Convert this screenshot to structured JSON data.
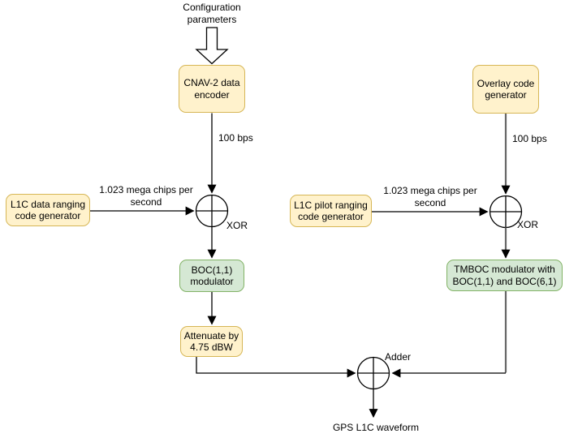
{
  "diagram_type": "block-diagram",
  "labels": {
    "config": "Configuration parameters",
    "bps_left": "100 bps",
    "bps_right": "100 bps",
    "chips_left": "1.023 mega chips per second",
    "chips_right": "1.023 mega chips per second",
    "xor_left": "XOR",
    "xor_right": "XOR",
    "adder": "Adder",
    "output": "GPS L1C waveform"
  },
  "nodes": {
    "cnav": {
      "label": "CNAV-2 data encoder",
      "type": "process"
    },
    "overlay": {
      "label": "Overlay code generator",
      "type": "process"
    },
    "l1c_data": {
      "label": "L1C data ranging code generator",
      "type": "process"
    },
    "l1c_pilot": {
      "label": "L1C pilot ranging code generator",
      "type": "process"
    },
    "boc": {
      "label": "BOC(1,1) modulator",
      "type": "modulator"
    },
    "tmboc": {
      "label": "TMBOC modulator with BOC(1,1) and BOC(6,1)",
      "type": "modulator"
    },
    "attenuate": {
      "label": "Attenuate by 4.75 dBW",
      "type": "process"
    }
  },
  "colors": {
    "process_fill": "#FFF2CC",
    "process_border": "#D6B656",
    "modulator_fill": "#D5E8D4",
    "modulator_border": "#82B366",
    "connector": "#000000",
    "connector_gray": "#666666",
    "background": "#FFFFFF"
  }
}
